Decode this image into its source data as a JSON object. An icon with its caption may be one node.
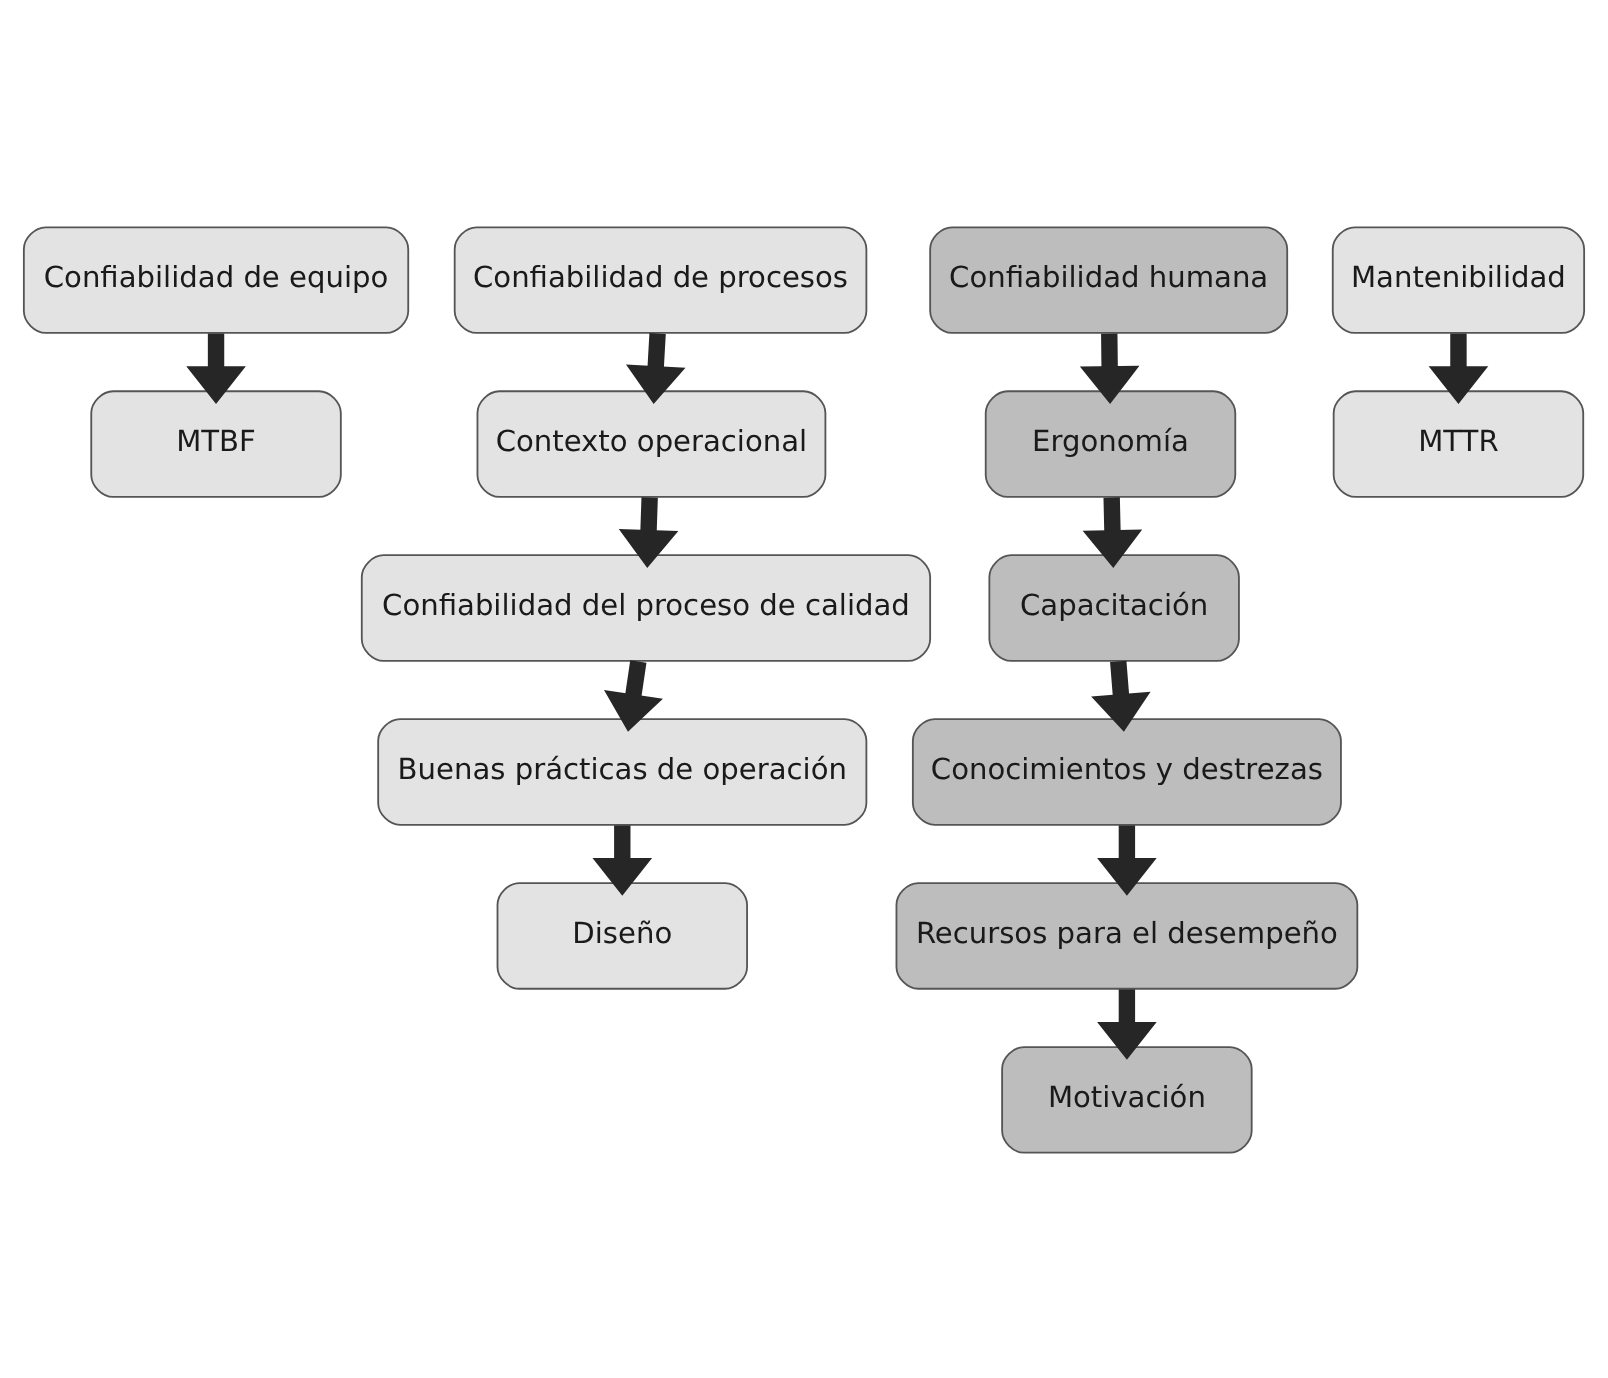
{
  "diagram": {
    "nodes": [
      {
        "text": [
          "Confiabilidad de equipo"
        ]
      },
      {
        "text": [
          "MTBF"
        ]
      },
      {
        "text": [
          "Confiabilidad de procesos"
        ]
      },
      {
        "text": [
          "Contexto operacional"
        ]
      },
      {
        "text": [
          "Confiabilidad del proceso de calidad"
        ]
      },
      {
        "text": [
          "Buenas prácticas de operación"
        ]
      },
      {
        "text": [
          "Diseño"
        ]
      },
      {
        "text": [
          "Confiabilidad humana"
        ]
      },
      {
        "text": [
          "Ergonomía"
        ]
      },
      {
        "text": [
          "Capacitación"
        ]
      },
      {
        "text": [
          "Conocimientos y destrezas"
        ]
      },
      {
        "text": [
          "Recursos para el desempeño"
        ]
      },
      {
        "text": [
          "Motivación"
        ]
      },
      {
        "text": [
          "Mantenibilidad"
        ]
      },
      {
        "text": [
          "MTTR"
        ]
      }
    ],
    "edges": [
      {
        "from": 0,
        "to": 1,
        "arrow": "to"
      },
      {
        "from": 2,
        "to": 3,
        "arrow": "to"
      },
      {
        "from": 3,
        "to": 4,
        "arrow": "to"
      },
      {
        "from": 4,
        "to": 5,
        "arrow": "to"
      },
      {
        "from": 5,
        "to": 6,
        "arrow": "to"
      },
      {
        "from": 7,
        "to": 8,
        "arrow": "to"
      },
      {
        "from": 8,
        "to": 9,
        "arrow": "to"
      },
      {
        "from": 9,
        "to": 10,
        "arrow": "to"
      },
      {
        "from": 10,
        "to": 11,
        "arrow": "to"
      },
      {
        "from": 11,
        "to": 12,
        "arrow": "to"
      },
      {
        "from": 13,
        "to": 14,
        "arrow": "to"
      }
    ]
  }
}
